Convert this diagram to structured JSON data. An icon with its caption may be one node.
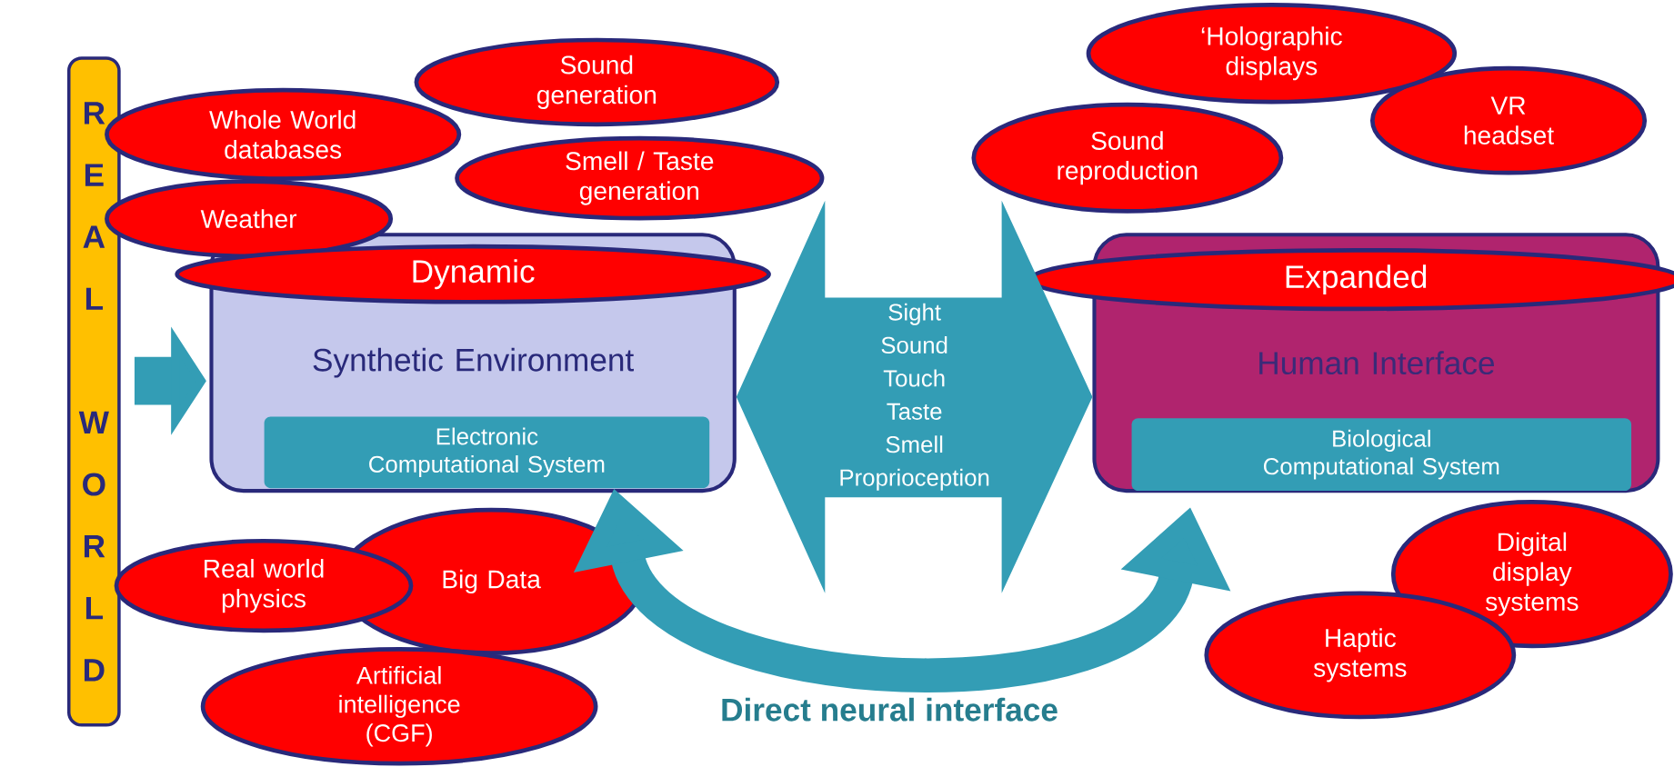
{
  "diagram": {
    "nodes": [
      {
        "text": [
          "REAL WORLD"
        ]
      },
      {
        "text": [
          "Whole World databases"
        ]
      },
      {
        "text": [
          "Sound generation"
        ]
      },
      {
        "text": [
          "Weather"
        ]
      },
      {
        "text": [
          "Smell / Taste generation"
        ]
      },
      {
        "text": [
          "‘Holographic displays"
        ]
      },
      {
        "text": [
          "VR headset"
        ]
      },
      {
        "text": [
          "Sound reproduction"
        ]
      },
      {
        "text": [
          "Synthetic Environment"
        ]
      },
      {
        "text": [
          "Dynamic"
        ],
        "in": 8
      },
      {
        "text": [
          "Electronic Computational System"
        ],
        "in": 8
      },
      {
        "text": [
          "Human Interface"
        ]
      },
      {
        "text": [
          "Expanded"
        ],
        "in": 11
      },
      {
        "text": [
          "Biological Computational System"
        ],
        "in": 11
      },
      {
        "text": [
          "Real world physics"
        ]
      },
      {
        "text": [
          "Big Data"
        ]
      },
      {
        "text": [
          "Artificial intelligence (CGF)"
        ]
      },
      {
        "text": [
          "Digital display systems"
        ]
      },
      {
        "text": [
          "Haptic systems"
        ]
      }
    ],
    "edges": [
      {
        "from": 0,
        "to": 8,
        "arrow": "to"
      },
      {
        "from": 8,
        "to": 11,
        "arrow": "both",
        "label": "Sight Sound Touch Taste Smell Proprioception"
      },
      {
        "from": 10,
        "to": 13,
        "arrow": "both",
        "label": "Direct neural interface"
      }
    ]
  }
}
